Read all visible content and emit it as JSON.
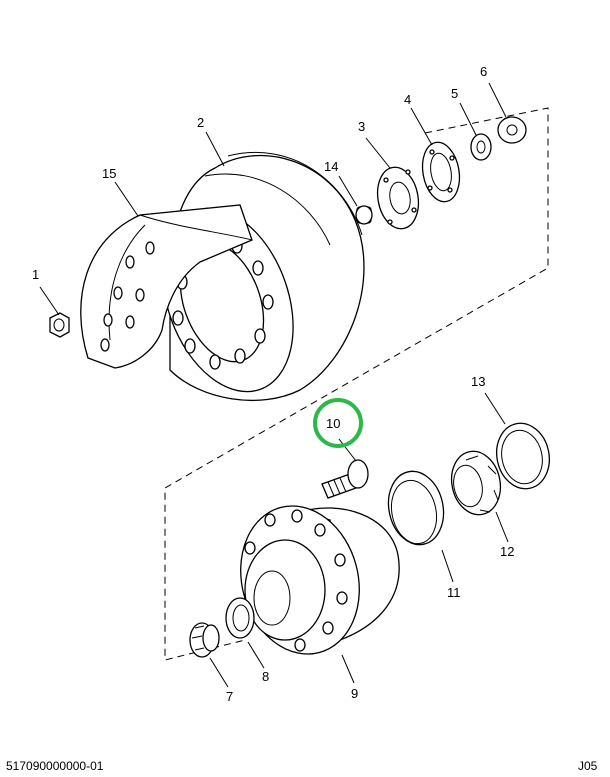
{
  "labels": {
    "p1": "1",
    "p2": "2",
    "p3": "3",
    "p4": "4",
    "p5": "5",
    "p6": "6",
    "p7": "7",
    "p8": "8",
    "p9": "9",
    "p10": "10",
    "p11": "11",
    "p12": "12",
    "p13": "13",
    "p14": "14",
    "p15": "15"
  },
  "footer": {
    "left": "517090000000-01",
    "right": "J05"
  },
  "colors": {
    "highlight": "#2db84a",
    "ink": "#000000"
  }
}
